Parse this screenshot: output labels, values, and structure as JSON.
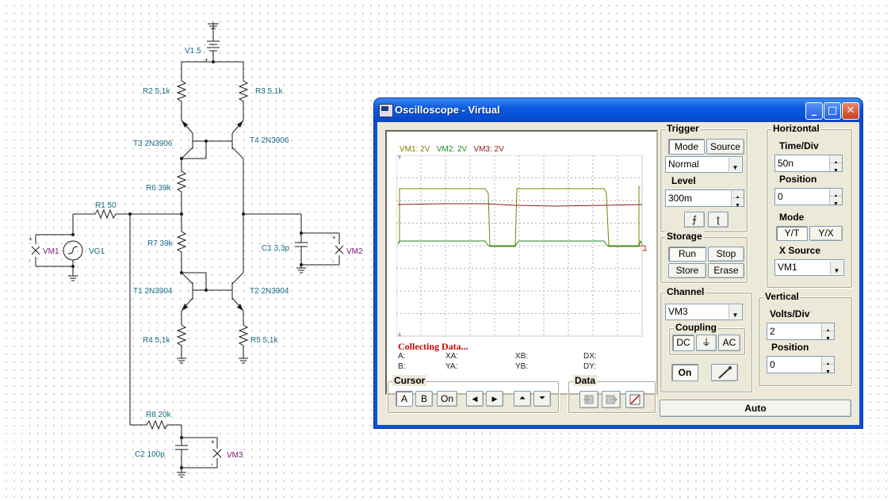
{
  "schematic": {
    "labels": {
      "v1": "V1 5",
      "r2": "R2 5,1k",
      "r3": "R3 5,1k",
      "t3": "T3 2N3906",
      "t4": "T4 2N3906",
      "r6": "R6 39k",
      "r1": "R1 50",
      "vm1": "VM1",
      "vg1": "VG1",
      "r7": "R7 39k",
      "c1": "C1 3,3p",
      "vm2": "VM2",
      "t1": "T1 2N3904",
      "t2": "T2 2N3904",
      "r4": "R4 5,1k",
      "r5": "R5 5,1k",
      "r8": "R8 20k",
      "c2": "C2 100p",
      "vm3": "VM3"
    }
  },
  "window": {
    "title": "Oscilloscope - Virtual",
    "buttons": {
      "minimize": "_",
      "maximize": "□",
      "close": "✕"
    }
  },
  "scope": {
    "legend": [
      {
        "name": "VM1: 2V",
        "color": "#808000"
      },
      {
        "name": "VM2: 2V",
        "color": "#228b22"
      },
      {
        "name": "VM3: 2V",
        "color": "#8b1a1a"
      }
    ],
    "status": "Collecting Data...",
    "readouts": {
      "a": "A:",
      "b": "B:",
      "xa": "XA:",
      "ya": "YA:",
      "xb": "XB:",
      "yb": "YB:",
      "dx": "DX:",
      "dy": "DY:"
    }
  },
  "cursor": {
    "title": "Cursor",
    "a": "A",
    "b": "B",
    "on": "On",
    "left": "◀",
    "right": "▶",
    "up": "⏶",
    "down": "⏷"
  },
  "data": {
    "title": "Data"
  },
  "trigger": {
    "title": "Trigger",
    "mode": "Mode",
    "source": "Source",
    "mode_value": "Normal",
    "level_label": "Level",
    "level_value": "300m",
    "rise": "⨍",
    "fall": "ʈ"
  },
  "storage": {
    "title": "Storage",
    "run": "Run",
    "stop": "Stop",
    "store": "Store",
    "erase": "Erase"
  },
  "horizontal": {
    "title": "Horizontal",
    "time_div_label": "Time/Div",
    "time_div_value": "50n",
    "position_label": "Position",
    "position_value": "0",
    "mode_label": "Mode",
    "yt": "Y/T",
    "yx": "Y/X",
    "xsource_label": "X Source",
    "xsource_value": "VM1"
  },
  "channel": {
    "title": "Channel",
    "value": "VM3",
    "coupling_label": "Coupling",
    "dc": "DC",
    "gnd": "⏚",
    "ac": "AC",
    "on": "On"
  },
  "vertical": {
    "title": "Vertical",
    "volts_div_label": "Volts/Div",
    "volts_div_value": "2",
    "position_label": "Position",
    "position_value": "0"
  },
  "auto": "Auto",
  "colors": {
    "vm1": "#808000",
    "vm2": "#228b22",
    "vm3": "#8b1a1a",
    "titlebar": "#0a50d8"
  }
}
